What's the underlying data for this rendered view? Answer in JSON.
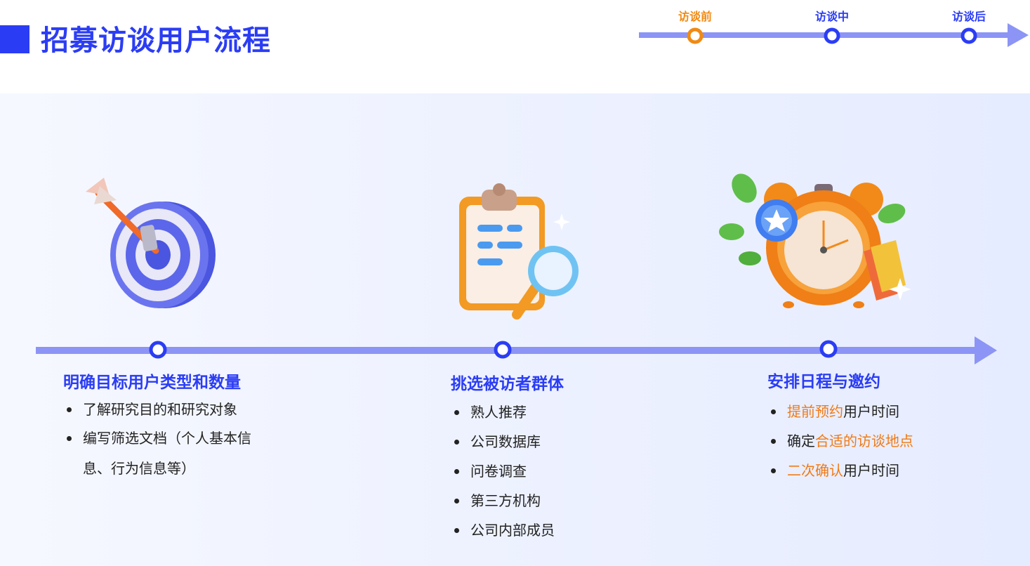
{
  "page": {
    "title": "招募访谈用户流程"
  },
  "stage_nav": {
    "stages": [
      {
        "label": "访谈前",
        "state": "current"
      },
      {
        "label": "访谈中",
        "state": "upcoming"
      },
      {
        "label": "访谈后",
        "state": "upcoming"
      }
    ]
  },
  "steps": [
    {
      "title": "明确目标用户类型和数量",
      "icon": "target-dart-icon",
      "bullets": [
        "了解研究目的和研究对象",
        "编写筛选文档（个人基本信",
        "息、行为信息等）"
      ]
    },
    {
      "title": "挑选被访者群体",
      "icon": "clipboard-magnifier-icon",
      "bullets": [
        "熟人推荐",
        "公司数据库",
        "问卷调查",
        "第三方机构",
        "公司内部成员"
      ]
    },
    {
      "title": "安排日程与邀约",
      "icon": "alarm-clock-icon",
      "bullets": [
        {
          "highlight": "提前预约",
          "rest": "用户时间"
        },
        {
          "prefix": "确定",
          "highlight": "合适的访谈地点"
        },
        {
          "highlight": "二次确认",
          "rest": "用户时间"
        }
      ]
    }
  ],
  "colors": {
    "primary": "#2b3df4",
    "accent": "#f08a13",
    "line": "#8c95f5",
    "highlight_text": "#f07a17"
  }
}
